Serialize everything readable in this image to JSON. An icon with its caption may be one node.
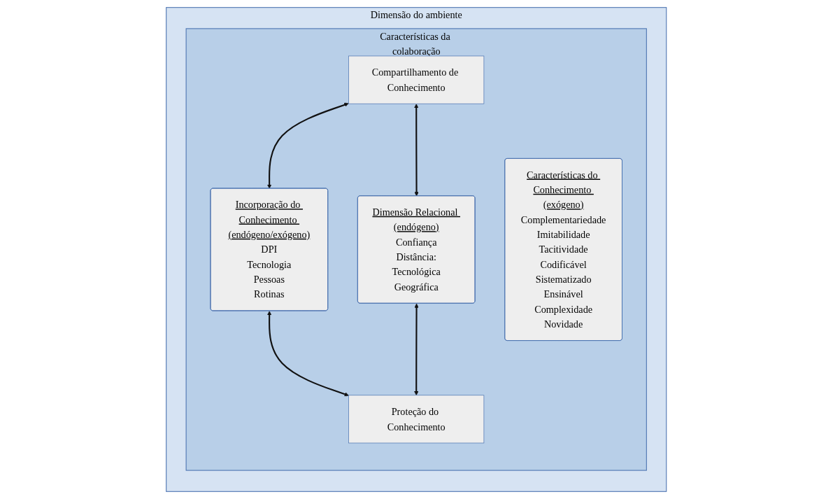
{
  "diagram": {
    "nodes": [
      {
        "text": [
          "Dimensão do ambiente"
        ]
      },
      {
        "text": [
          "Características da colaboração"
        ],
        "in": 0
      },
      {
        "text": [
          "Compartilhamento de Conhecimento"
        ],
        "in": 1
      },
      {
        "text": [
          "Incorporação do Conhecimento (endógeno/exógeno)",
          "DPI",
          "Tecnologia",
          "Pessoas",
          "Rotinas"
        ],
        "in": 1
      },
      {
        "text": [
          "Características do Conhecimento (exógeno)",
          "Complementariedade",
          "Imitabilidade",
          "Tacitividade",
          "Codificável",
          "Sistematizado",
          "Ensinável",
          "Complexidade",
          "Novidade"
        ],
        "in": 1
      },
      {
        "text": [
          "Dimensão Relacional (endógeno)",
          "Confiança",
          "Distância:",
          "Tecnológica",
          "Geográfica"
        ],
        "in": 1
      },
      {
        "text": [
          "Proteção do Conhecimento"
        ],
        "in": 1
      }
    ],
    "edges": [
      {
        "from": 2,
        "to": 3,
        "arrow": "both"
      },
      {
        "from": 2,
        "to": 5,
        "arrow": "both"
      },
      {
        "from": 3,
        "to": 6,
        "arrow": "both"
      },
      {
        "from": 5,
        "to": 6,
        "arrow": "both"
      }
    ]
  }
}
